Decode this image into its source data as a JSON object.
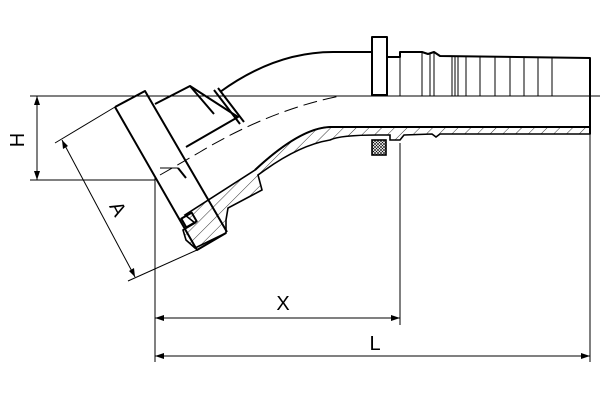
{
  "drawing": {
    "subject": "",
    "dimensions": {
      "h_label": "H",
      "a_label": "A",
      "x_label": "X",
      "l_label": "L"
    },
    "line_color": "#000000",
    "background": "#ffffff"
  }
}
